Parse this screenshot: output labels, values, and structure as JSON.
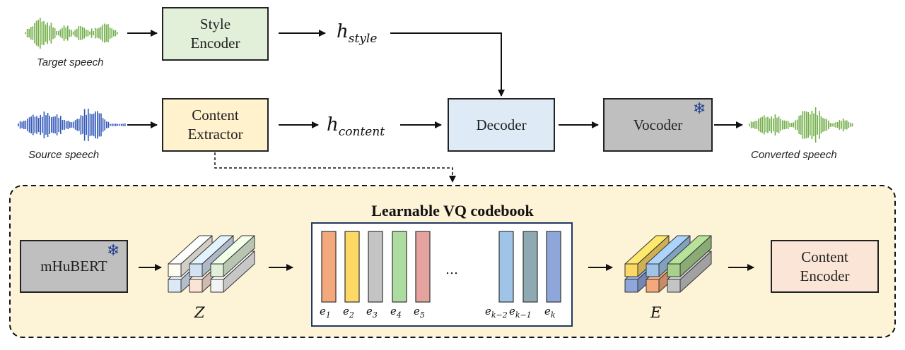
{
  "waveforms": {
    "target_label": "Target speech",
    "source_label": "Source speech",
    "converted_label": "Converted speech"
  },
  "modules": {
    "style_encoder": "Style\nEncoder",
    "content_extractor": "Content\nExtractor",
    "decoder": "Decoder",
    "vocoder": "Vocoder",
    "mhubert": "mHuBERT",
    "content_encoder": "Content\nEncoder"
  },
  "features": {
    "h_style_base": "h",
    "h_style_sub": "style",
    "h_content_base": "h",
    "h_content_sub": "content",
    "z_label": "Z",
    "e_label": "E"
  },
  "codebook": {
    "title": "Learnable VQ codebook",
    "ellipsis": "…",
    "entries": [
      {
        "base": "e",
        "sub": "1",
        "color": "#f4a97d"
      },
      {
        "base": "e",
        "sub": "2",
        "color": "#fdd865"
      },
      {
        "base": "e",
        "sub": "3",
        "color": "#c4c4c4"
      },
      {
        "base": "e",
        "sub": "4",
        "color": "#acdca0"
      },
      {
        "base": "e",
        "sub": "5",
        "color": "#e5a3a0"
      },
      {
        "base": "e",
        "sub": "k−2",
        "color": "#9fc4e8"
      },
      {
        "base": "e",
        "sub": "k−1",
        "color": "#8fa9b3"
      },
      {
        "base": "e",
        "sub": "k",
        "color": "#8ea6da"
      }
    ]
  },
  "colors": {
    "style_encoder_fill": "#e2f0d9",
    "content_extractor_fill": "#fff2cc",
    "decoder_fill": "#deebf7",
    "vocoder_fill": "#bfbfbf",
    "mhubert_fill": "#bfbfbf",
    "content_encoder_fill": "#fbe5d6",
    "panel_fill": "#fdf3d7",
    "green_wave": "#70ad47",
    "blue_wave": "#3056b7",
    "frozen_icon": "#1f3f8f"
  },
  "icons": {
    "vocoder_frozen": "snowflake-icon",
    "mhubert_frozen": "snowflake-icon"
  }
}
